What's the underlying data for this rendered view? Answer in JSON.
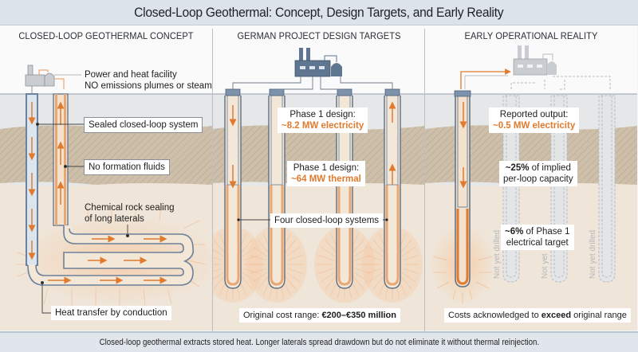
{
  "title": "Closed-Loop Geothermal: Concept, Design Targets, and Early Reality",
  "colors": {
    "accent_orange": "#e07a2e",
    "pipe_blue": "#7d93ad",
    "sky": "#e6e7e9",
    "rock_band": "#cdbfa9",
    "deep_rock": "#efe5d8",
    "header_bg": "#dde3ea"
  },
  "panels": [
    {
      "title": "CLOSED-LOOP GEOTHERMAL CONCEPT",
      "facility_label_line1": "Power and heat facility",
      "facility_label_line2": "NO emissions plumes or steam",
      "callouts": [
        "Sealed closed-loop system",
        "No formation fluids",
        "Chemical rock sealing",
        "of long laterals",
        "Heat transfer by conduction"
      ]
    },
    {
      "title": "GERMAN PROJECT DESIGN TARGETS",
      "electric_design": {
        "label": "Phase 1 design:",
        "value": "~8.2 MW electricity"
      },
      "thermal_design": {
        "label": "Phase 1 design:",
        "value": "~64 MW thermal"
      },
      "systems_label": "Four closed-loop systems",
      "cost": {
        "label": "Original cost range: ",
        "value": "€200–€350 million"
      }
    },
    {
      "title": "EARLY OPERATIONAL REALITY",
      "reported": {
        "label": "Reported output:",
        "value": "~0.5 MW electricity"
      },
      "per_loop": {
        "bold": "~25%",
        "rest": " of implied",
        "line2": "per-loop capacity"
      },
      "phase_target": {
        "bold": "~6%",
        "rest": " of Phase 1",
        "line2": "electrical target"
      },
      "not_drilled": [
        "Not yet drilled",
        "Not yet",
        "Not yet drilled"
      ],
      "cost_note": {
        "pre": "Costs acknowledged to ",
        "bold": "exceed",
        "post": " original range"
      }
    }
  ],
  "footer": "Closed-loop geothermal extracts stored heat. Longer laterals spread drawdown but do not eliminate it without thermal reinjection."
}
